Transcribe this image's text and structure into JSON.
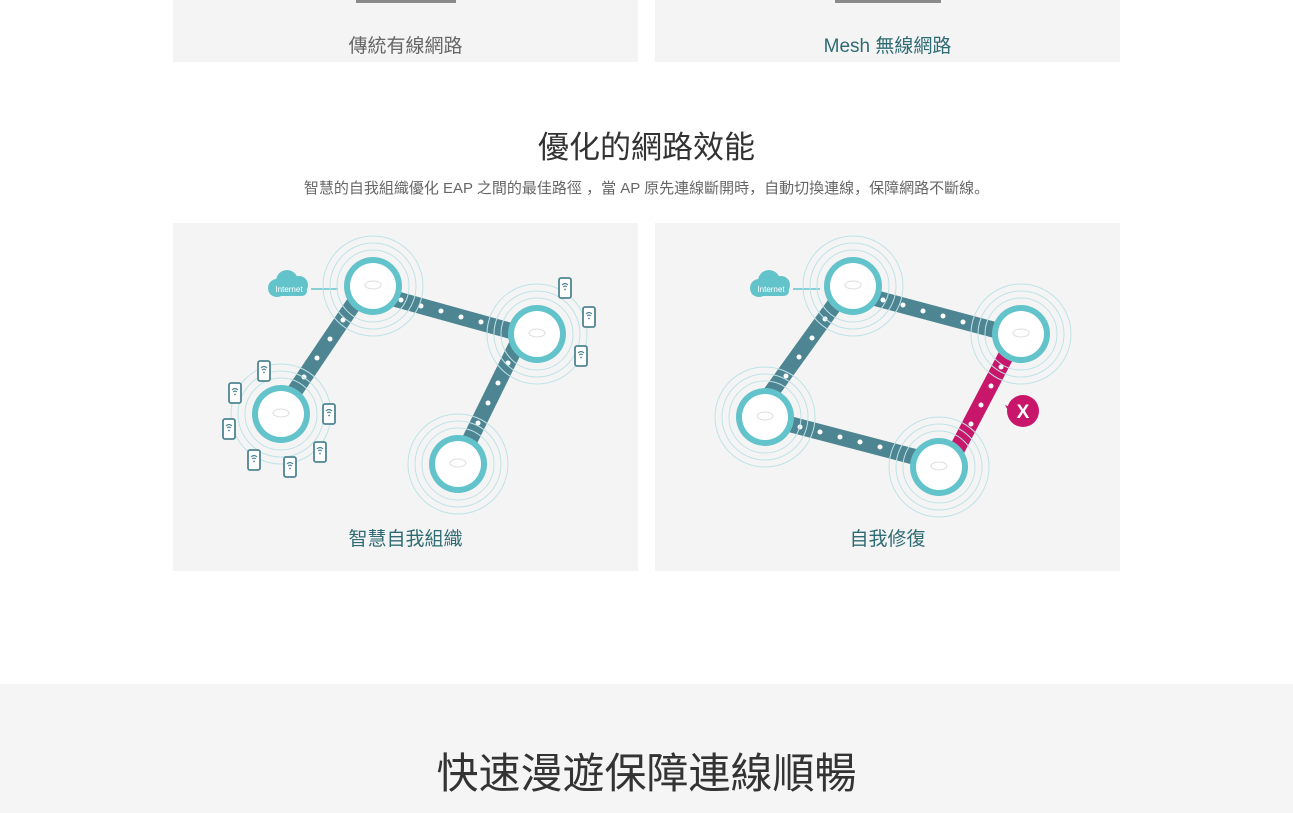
{
  "top_cards": [
    {
      "label": "傳統有線網路"
    },
    {
      "label": "Mesh 無線網路"
    }
  ],
  "optimization": {
    "title": "優化的網路效能",
    "subtitle": "智慧的自我組織優化 EAP 之間的最佳路徑 ，當 AP 原先連線斷開時，自動切換連線，保障網路不斷線。"
  },
  "diagrams": [
    {
      "label": "智慧自我組織",
      "cloud_text": "Internet"
    },
    {
      "label": "自我修復",
      "cloud_text": "Internet",
      "error_mark": "X"
    }
  ],
  "roaming": {
    "title": "快速漫遊保障連線順暢"
  },
  "colors": {
    "teal_link": "#4e8592",
    "ap_ring": "#63c3cb",
    "broken_link": "#c8176a",
    "label_text": "#2f6b73",
    "muted_text": "#777777"
  },
  "icons": [
    "cloud-icon",
    "access-point-icon",
    "phone-icon",
    "error-x-icon"
  ]
}
